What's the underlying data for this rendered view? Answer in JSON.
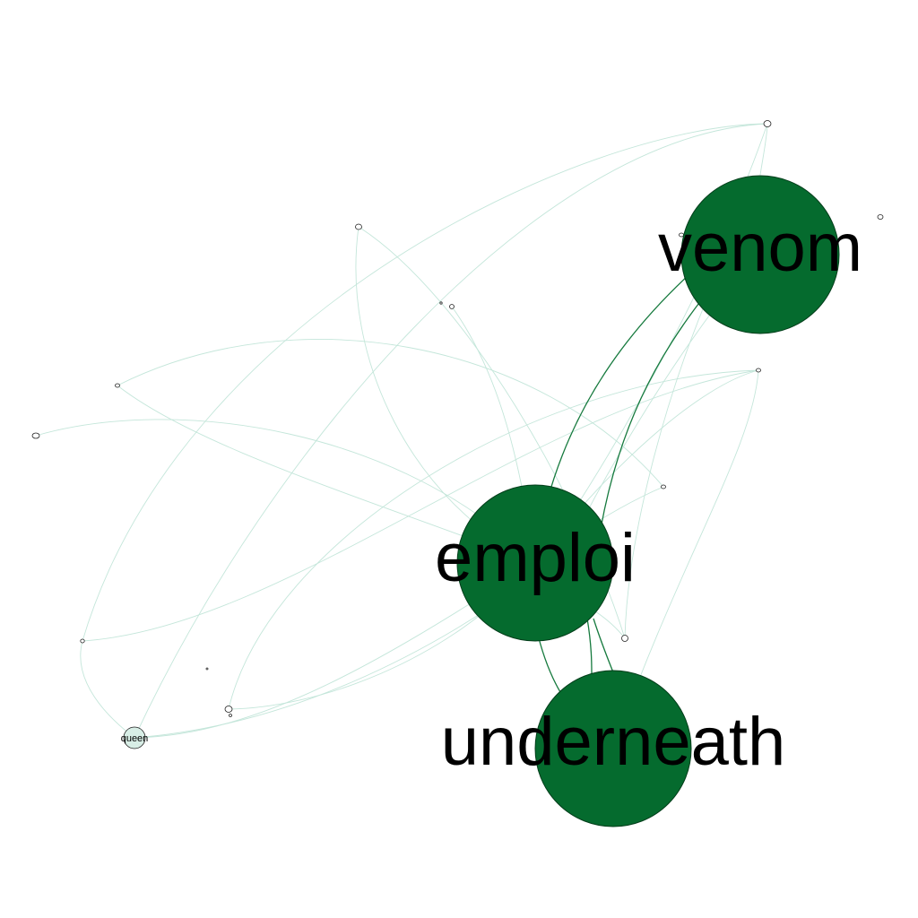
{
  "graph": {
    "colors": {
      "hub_fill": "#056b2e",
      "hub_stroke": "#033d1a",
      "small_fill": "#ffffff",
      "small_stroke": "#222222",
      "queen_fill": "#d8eee6",
      "strong_edge": "#167a3e",
      "faint_edge": "#c4e6da",
      "background": "#ffffff"
    },
    "nodes": {
      "venom": {
        "label": "venom"
      },
      "emploi": {
        "label": "emploi"
      },
      "underneath": {
        "label": "underneath"
      },
      "queen": {
        "label": "queen"
      },
      "n1": {
        "label": ""
      },
      "n2": {
        "label": ""
      },
      "n3": {
        "label": ""
      },
      "n4": {
        "label": ""
      },
      "n5": {
        "label": ""
      },
      "n6": {
        "label": ""
      },
      "n7": {
        "label": ""
      },
      "n8": {
        "label": ""
      },
      "n9": {
        "label": ""
      },
      "n10": {
        "label": ""
      },
      "n11": {
        "label": ""
      },
      "n12": {
        "label": ""
      },
      "n13": {
        "label": ""
      },
      "n14": {
        "label": ""
      },
      "n15": {
        "label": ""
      },
      "n16": {
        "label": ""
      }
    }
  }
}
